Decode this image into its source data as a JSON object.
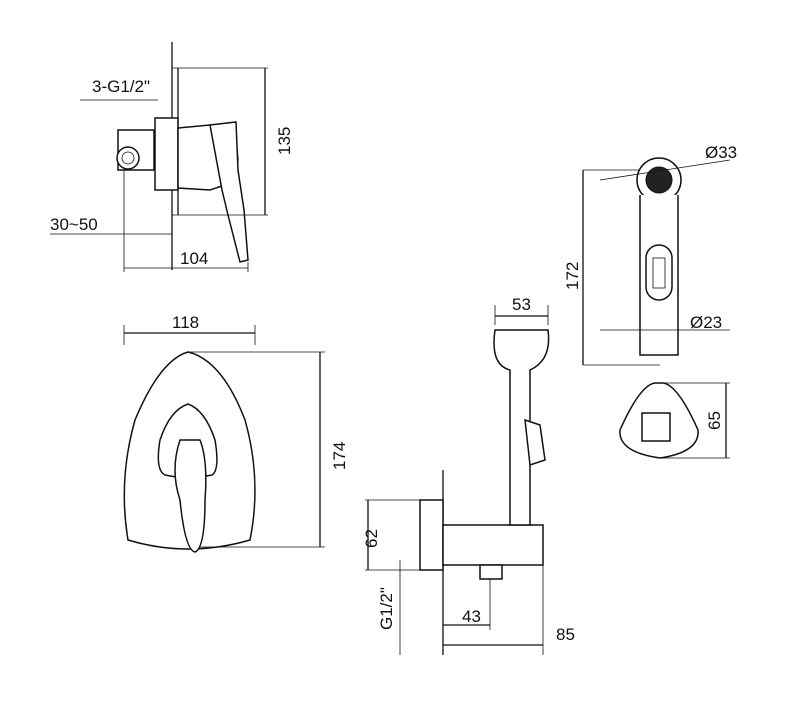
{
  "title": "Concealed bidet mixer with hand shower - dimension drawing",
  "dimensions": {
    "thread_3": "3-G1/2\"",
    "height_135": "135",
    "depth_30_50": "30~50",
    "depth_104": "104",
    "width_118": "118",
    "height_174": "174",
    "diam_33": "Ø33",
    "length_172": "172",
    "diam_23": "Ø23",
    "holder_53": "53",
    "holder_65": "65",
    "outlet_62": "62",
    "thread_g12": "G1/2\"",
    "offset_43": "43",
    "offset_85": "85"
  }
}
